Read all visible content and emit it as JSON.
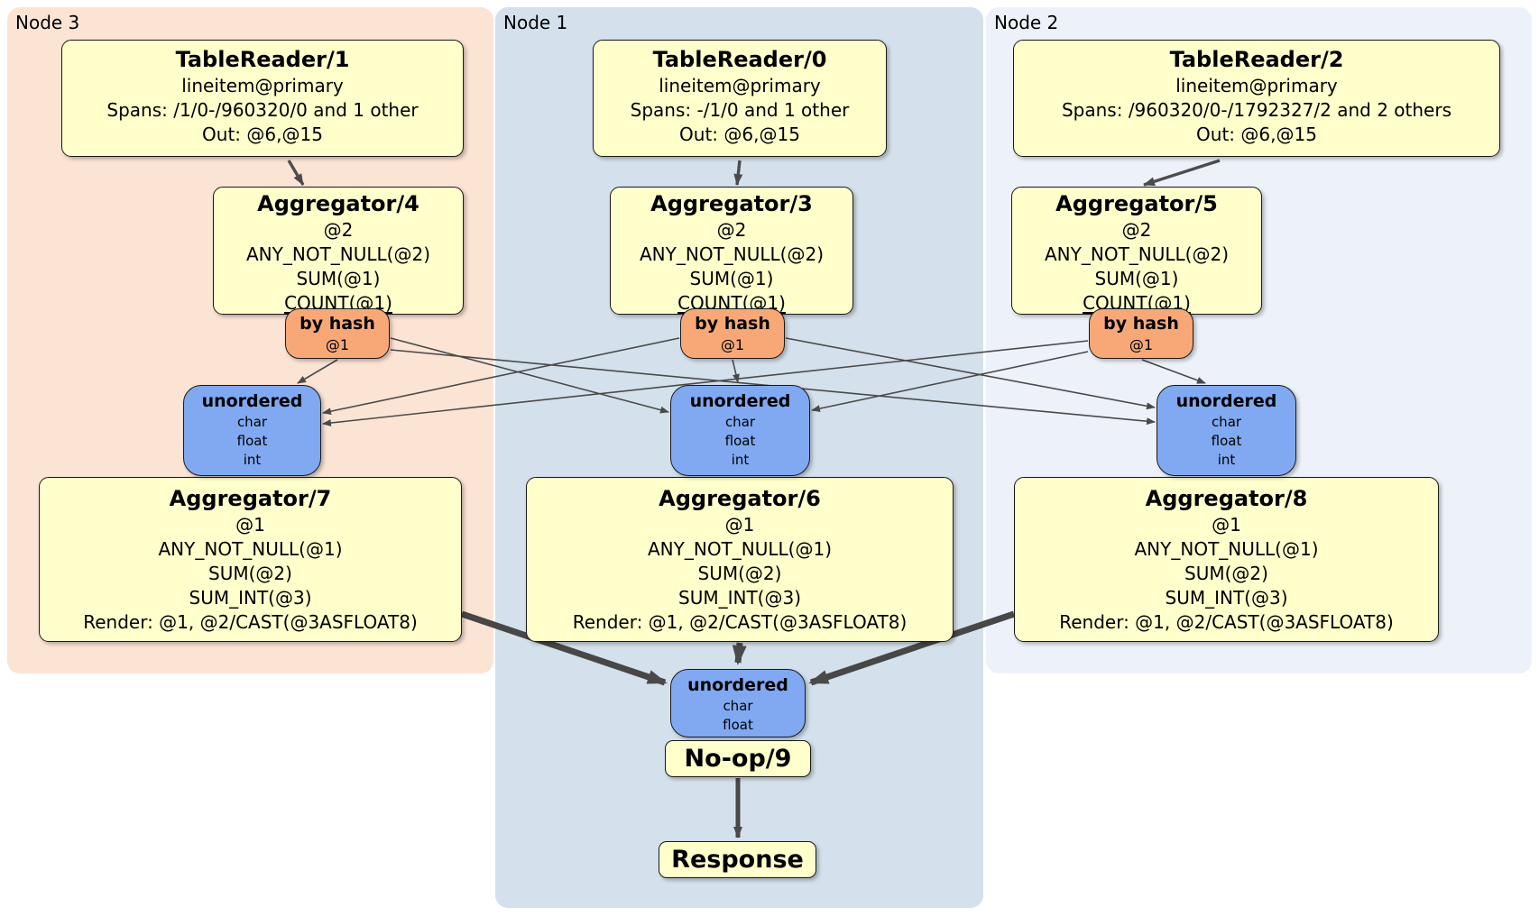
{
  "nodes": [
    {
      "label": "Node 3"
    },
    {
      "label": "Node 1"
    },
    {
      "label": "Node 2"
    }
  ],
  "colors": {
    "node3_bg": "#fce4d5",
    "node1_bg": "#d4e1ec",
    "node2_bg": "#edf2fa",
    "box_fill": "#ffffcc",
    "box_border": "#1a1a1a",
    "router_fill": "#f8a877",
    "sync_fill": "#80a9f2",
    "arrow": "#4a4a4a"
  },
  "tablereaders": [
    {
      "title": "TableReader/1",
      "lines": [
        "lineitem@primary",
        "Spans: /1/0-/960320/0 and 1 other",
        "Out: @6,@15"
      ]
    },
    {
      "title": "TableReader/0",
      "lines": [
        "lineitem@primary",
        "Spans: -/1/0 and 1 other",
        "Out: @6,@15"
      ]
    },
    {
      "title": "TableReader/2",
      "lines": [
        "lineitem@primary",
        "Spans: /960320/0-/1792327/2 and 2 others",
        "Out: @6,@15"
      ]
    }
  ],
  "aggregators_top": [
    {
      "title": "Aggregator/4",
      "lines": [
        "@2",
        "ANY_NOT_NULL(@2)",
        "SUM(@1)",
        "COUNT(@1)"
      ]
    },
    {
      "title": "Aggregator/3",
      "lines": [
        "@2",
        "ANY_NOT_NULL(@2)",
        "SUM(@1)",
        "COUNT(@1)"
      ]
    },
    {
      "title": "Aggregator/5",
      "lines": [
        "@2",
        "ANY_NOT_NULL(@2)",
        "SUM(@1)",
        "COUNT(@1)"
      ]
    }
  ],
  "routers": [
    {
      "title": "by hash",
      "sub": "@1"
    },
    {
      "title": "by hash",
      "sub": "@1"
    },
    {
      "title": "by hash",
      "sub": "@1"
    }
  ],
  "syncs": [
    {
      "title": "unordered",
      "items": [
        "char",
        "float",
        "int"
      ]
    },
    {
      "title": "unordered",
      "items": [
        "char",
        "float",
        "int"
      ]
    },
    {
      "title": "unordered",
      "items": [
        "char",
        "float",
        "int"
      ]
    }
  ],
  "aggregators_bottom": [
    {
      "title": "Aggregator/7",
      "lines": [
        "@1",
        "ANY_NOT_NULL(@1)",
        "SUM(@2)",
        "SUM_INT(@3)",
        "Render: @1, @2/CAST(@3ASFLOAT8)"
      ]
    },
    {
      "title": "Aggregator/6",
      "lines": [
        "@1",
        "ANY_NOT_NULL(@1)",
        "SUM(@2)",
        "SUM_INT(@3)",
        "Render: @1, @2/CAST(@3ASFLOAT8)"
      ]
    },
    {
      "title": "Aggregator/8",
      "lines": [
        "@1",
        "ANY_NOT_NULL(@1)",
        "SUM(@2)",
        "SUM_INT(@3)",
        "Render: @1, @2/CAST(@3ASFLOAT8)"
      ]
    }
  ],
  "final_sync": {
    "title": "unordered",
    "items": [
      "char",
      "float"
    ]
  },
  "noop": {
    "label": "No-op/9"
  },
  "response": {
    "label": "Response"
  }
}
